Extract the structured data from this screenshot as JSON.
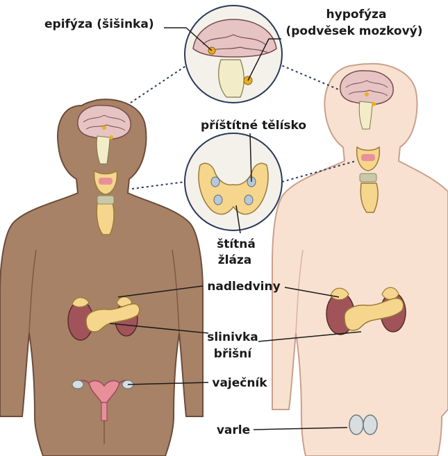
{
  "labels": {
    "epifyza": "epifýza (šišinka)",
    "hypofyza_1": "hypofýza",
    "hypofyza_2": "(podvěsek mozkový)",
    "pristitne": "příštítné tělísko",
    "stitna_1": "štítná",
    "stitna_2": "žláza",
    "nadledviny": "nadledviny",
    "slinivka_1": "slinivka",
    "slinivka_2": "břišní",
    "vajecnik": "vaječník",
    "varle": "varle"
  },
  "colors": {
    "female_body": "#a78266",
    "female_outline": "#6b4c3a",
    "male_body": "#f8e1d0",
    "male_outline": "#caa08c",
    "brain": "#e6c4c4",
    "gland": "#f5d68c",
    "gland_outline": "#9a7a3a",
    "kidney": "#a0545a",
    "ovary": "#e8909a",
    "testis": "#d8dde0",
    "pineal": "#e8b020",
    "inset_bg": "#f3f1ea"
  }
}
